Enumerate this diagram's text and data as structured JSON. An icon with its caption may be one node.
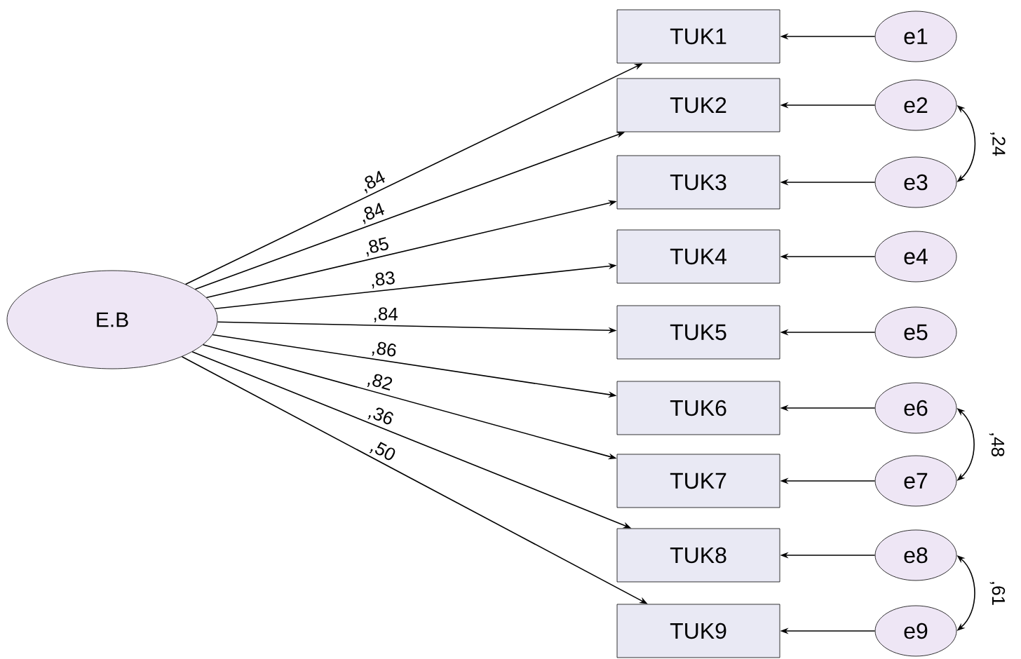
{
  "diagram": {
    "nodes": [
      {
        "text": [
          "E.B"
        ]
      },
      {
        "text": [
          "TUK1"
        ]
      },
      {
        "text": [
          "TUK2"
        ]
      },
      {
        "text": [
          "TUK3"
        ]
      },
      {
        "text": [
          "TUK4"
        ]
      },
      {
        "text": [
          "TUK5"
        ]
      },
      {
        "text": [
          "TUK6"
        ]
      },
      {
        "text": [
          "TUK7"
        ]
      },
      {
        "text": [
          "TUK8"
        ]
      },
      {
        "text": [
          "TUK9"
        ]
      },
      {
        "text": [
          "e1"
        ]
      },
      {
        "text": [
          "e2"
        ]
      },
      {
        "text": [
          "e3"
        ]
      },
      {
        "text": [
          "e4"
        ]
      },
      {
        "text": [
          "e5"
        ]
      },
      {
        "text": [
          "e6"
        ]
      },
      {
        "text": [
          "e7"
        ]
      },
      {
        "text": [
          "e8"
        ]
      },
      {
        "text": [
          "e9"
        ]
      }
    ],
    "edges": [
      {
        "from": 0,
        "to": 1,
        "arrow": "to",
        "label": ",84"
      },
      {
        "from": 0,
        "to": 2,
        "arrow": "to",
        "label": ",84"
      },
      {
        "from": 0,
        "to": 3,
        "arrow": "to",
        "label": ",85"
      },
      {
        "from": 0,
        "to": 4,
        "arrow": "to",
        "label": ",83"
      },
      {
        "from": 0,
        "to": 5,
        "arrow": "to",
        "label": ",84"
      },
      {
        "from": 0,
        "to": 6,
        "arrow": "to",
        "label": ",86"
      },
      {
        "from": 0,
        "to": 7,
        "arrow": "to",
        "label": ",82"
      },
      {
        "from": 0,
        "to": 8,
        "arrow": "to",
        "label": ",36"
      },
      {
        "from": 0,
        "to": 9,
        "arrow": "to",
        "label": ",50"
      },
      {
        "from": 10,
        "to": 1,
        "arrow": "to"
      },
      {
        "from": 11,
        "to": 2,
        "arrow": "to"
      },
      {
        "from": 12,
        "to": 3,
        "arrow": "to"
      },
      {
        "from": 13,
        "to": 4,
        "arrow": "to"
      },
      {
        "from": 14,
        "to": 5,
        "arrow": "to"
      },
      {
        "from": 15,
        "to": 6,
        "arrow": "to"
      },
      {
        "from": 16,
        "to": 7,
        "arrow": "to"
      },
      {
        "from": 17,
        "to": 8,
        "arrow": "to"
      },
      {
        "from": 18,
        "to": 9,
        "arrow": "to"
      },
      {
        "from": 11,
        "to": 12,
        "arrow": "both",
        "label": ",24"
      },
      {
        "from": 15,
        "to": 16,
        "arrow": "both",
        "label": ",48"
      },
      {
        "from": 17,
        "to": 18,
        "arrow": "both",
        "label": ",61"
      }
    ]
  }
}
